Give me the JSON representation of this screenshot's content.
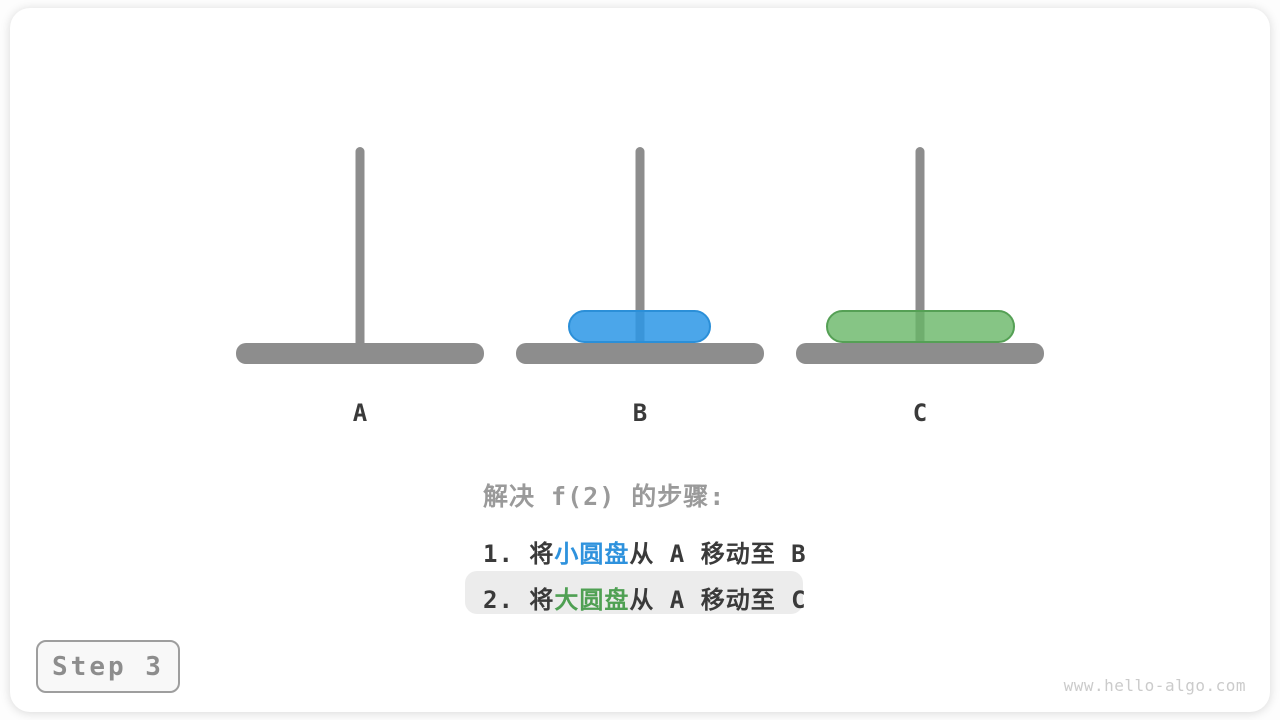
{
  "figure": {
    "title_hint": "Tower of Hanoi recursion illustration",
    "heading": "解决 f(2) 的步骤:",
    "pegs": [
      {
        "label": "A",
        "disks": []
      },
      {
        "label": "B",
        "disks": [
          "small"
        ]
      },
      {
        "label": "C",
        "disks": [
          "large"
        ]
      }
    ],
    "disks": {
      "small": {
        "name": "小圆盘",
        "on_peg": "B",
        "fill": "#4ea7ea",
        "border": "#2b8fd8"
      },
      "large": {
        "name": "大圆盘",
        "on_peg": "C",
        "fill": "#8dc78b",
        "border": "#55a055"
      }
    },
    "steps": [
      {
        "pre": "1. 将",
        "disk": "小圆盘",
        "post": "从 A 移动至 B",
        "highlighted": false
      },
      {
        "pre": "2. 将",
        "disk": "大圆盘",
        "post": "从 A 移动至 C",
        "highlighted": true
      }
    ],
    "step_badge": "Step 3",
    "watermark": "www.hello-algo.com"
  },
  "colors": {
    "pole_and_base": "#8d8d8d",
    "peg_label_text": "#3a3a3a",
    "heading_text": "#9a9a9a",
    "step_text": "#3a3a3a",
    "small_disk_text": "#2e92dd",
    "large_disk_text": "#4fa053",
    "highlight_bg": "#ececec",
    "badge_border": "#9e9e9e",
    "badge_text": "#8d8d8d",
    "watermark_text": "#cbcbcb",
    "card_bg": "#ffffff"
  }
}
